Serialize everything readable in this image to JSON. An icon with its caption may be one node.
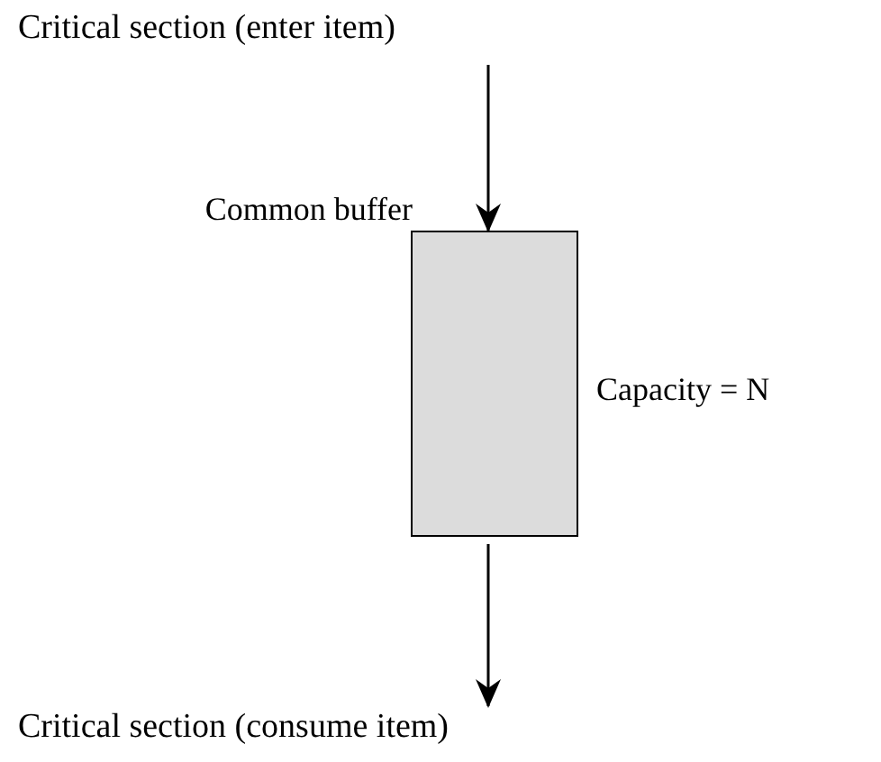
{
  "diagram": {
    "nodes": [
      {
        "text": [
          "Critical section (enter item)"
        ]
      },
      {
        "text": [
          "Common buffer"
        ],
        "beside": [
          "Capacity = N"
        ]
      },
      {
        "text": [
          "Critical section (consume item)"
        ]
      }
    ],
    "edges": [
      {
        "from": 0,
        "to": 1,
        "arrow": "to"
      },
      {
        "from": 1,
        "to": 2,
        "arrow": "to"
      }
    ]
  }
}
